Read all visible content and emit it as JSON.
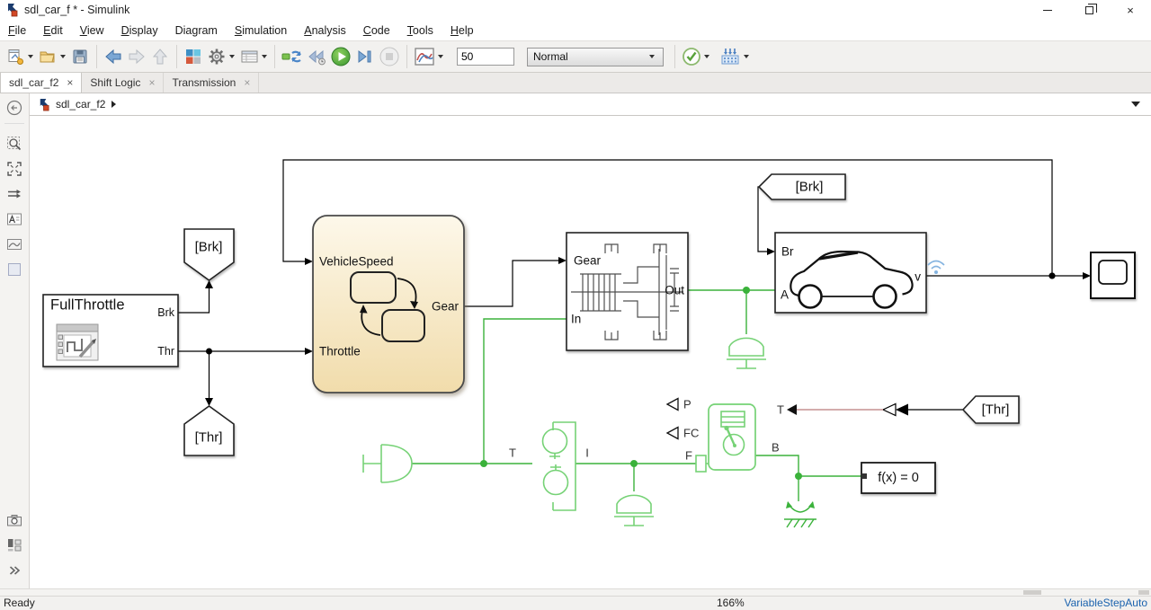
{
  "window": {
    "title": "sdl_car_f * - Simulink",
    "close_glyph": "×"
  },
  "menu": {
    "items": [
      {
        "pre": "",
        "key": "F",
        "post": "ile"
      },
      {
        "pre": "",
        "key": "E",
        "post": "dit"
      },
      {
        "pre": "",
        "key": "V",
        "post": "iew"
      },
      {
        "pre": "",
        "key": "D",
        "post": "isplay"
      },
      {
        "pre": "Dia",
        "key": "g",
        "post": "ram"
      },
      {
        "pre": "",
        "key": "S",
        "post": "imulation"
      },
      {
        "pre": "",
        "key": "A",
        "post": "nalysis"
      },
      {
        "pre": "",
        "key": "C",
        "post": "ode"
      },
      {
        "pre": "",
        "key": "T",
        "post": "ools"
      },
      {
        "pre": "",
        "key": "H",
        "post": "elp"
      }
    ]
  },
  "toolbar": {
    "sim_stop_time": "50",
    "sim_mode": "Normal"
  },
  "tabs": {
    "close_glyph": "×",
    "items": [
      {
        "label": "sdl_car_f2"
      },
      {
        "label": "Shift Logic"
      },
      {
        "label": "Transmission"
      }
    ]
  },
  "breadcrumb": {
    "model": "sdl_car_f2"
  },
  "statusbar": {
    "status": "Ready",
    "zoom": "166%",
    "solver": "VariableStepAuto"
  },
  "diagram": {
    "labels": {
      "fullthrottle": "FullThrottle",
      "ft_brk": "Brk",
      "ft_thr": "Thr",
      "goto_brk": "[Brk]",
      "goto_thr": "[Thr]",
      "from_brk": "[Brk]",
      "from_thr": "[Thr]",
      "chart_in1": "VehicleSpeed",
      "chart_in2": "Throttle",
      "chart_out": "Gear",
      "trans_gear": "Gear",
      "trans_in": "In",
      "trans_out": "Out",
      "veh_br": "Br",
      "veh_a": "A",
      "veh_v": "v",
      "tc_t": "T",
      "tc_i": "I",
      "eng_p": "P",
      "eng_fc": "FC",
      "eng_f": "F",
      "eng_b": "B",
      "eng_t": "T",
      "solver": "f(x) = 0"
    }
  },
  "colors": {
    "physical": "#3bb23b",
    "physical-light": "#76d276",
    "ps": "#bb7a7a",
    "chart-top": "#fdf8ea",
    "chart-bottom": "#f1dcab",
    "status-link": "#1a62ae"
  }
}
